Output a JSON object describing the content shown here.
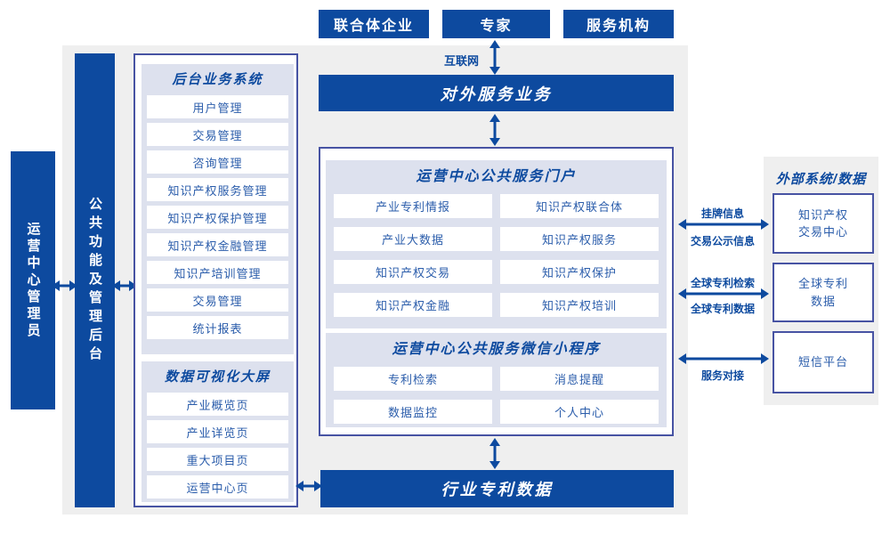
{
  "colors": {
    "primary_blue": "#0d4a9f",
    "panel_border": "#4753a3",
    "section_lavender": "#dde1ee",
    "gray_background": "#efefef",
    "item_text_blue": "#2b5dab"
  },
  "top_actors": [
    {
      "label": "联合体企业"
    },
    {
      "label": "专家"
    },
    {
      "label": "服务机构"
    }
  ],
  "labels": {
    "internet": "互联网",
    "link1_top": "挂牌信息",
    "link1_bottom": "交易公示信息",
    "link2_top": "全球专利检索",
    "link2_bottom": "全球专利数据",
    "link3_bottom": "服务对接"
  },
  "bars": {
    "external_service": "对外服务业务",
    "industry_patent": "行业专利数据"
  },
  "left_bars": {
    "admin": "运营中心管理员",
    "backend": "公共功能及管理后台"
  },
  "backend_panel": {
    "sections": [
      {
        "title": "后台业务系统",
        "items": [
          "用户管理",
          "交易管理",
          "咨询管理",
          "知识产权服务管理",
          "知识产权保护管理",
          "知识产权金融管理",
          "知识产培训管理",
          "交易管理",
          "统计报表"
        ]
      },
      {
        "title": "数据可视化大屏",
        "items": [
          "产业概览页",
          "产业详览页",
          "重大项目页",
          "运营中心页"
        ]
      }
    ]
  },
  "center_panel": {
    "portal": {
      "title": "运营中心公共服务门户",
      "items": [
        "产业专利情报",
        "知识产权联合体",
        "产业大数据",
        "知识产权服务",
        "知识产权交易",
        "知识产权保护",
        "知识产权金融",
        "知识产权培训"
      ]
    },
    "miniprogram": {
      "title": "运营中心公共服务微信小程序",
      "items": [
        "专利检索",
        "消息提醒",
        "数据监控",
        "个人中心"
      ]
    }
  },
  "external_panel": {
    "title": "外部系统/数据",
    "items": [
      "知识产权\n交易中心",
      "全球专利\n数据",
      "短信平台"
    ]
  }
}
